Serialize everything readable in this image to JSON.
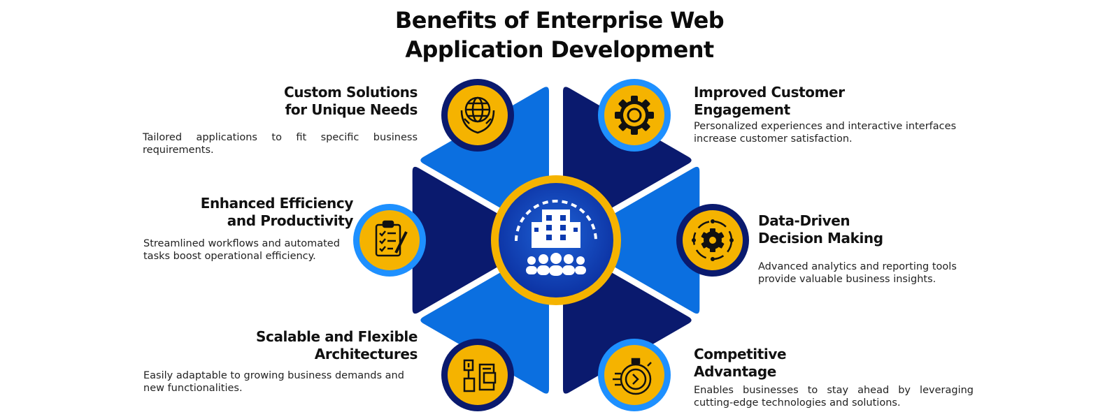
{
  "title": {
    "line1": "Benefits of Enterprise Web",
    "line2": "Application Development"
  },
  "colors": {
    "navy": "#0a1a6e",
    "blue": "#0b6fe0",
    "light_blue": "#1e90ff",
    "gold": "#f5b300",
    "white": "#ffffff"
  },
  "hub": {
    "center_icon": "enterprise-team-icon"
  },
  "benefits": [
    {
      "id": "custom-solutions",
      "icon": "globe-hands-icon",
      "heading_line1": "Custom Solutions",
      "heading_line2": "for Unique Needs",
      "description": "Tailored applications to fit specific business requirements."
    },
    {
      "id": "enhanced-efficiency",
      "icon": "clipboard-checklist-icon",
      "heading_line1": "Enhanced Efficiency",
      "heading_line2": "and Productivity",
      "description": "Streamlined workflows and automated tasks boost operational efficiency."
    },
    {
      "id": "scalable-architectures",
      "icon": "architecture-blocks-icon",
      "heading_line1": "Scalable and Flexible",
      "heading_line2": "Architectures",
      "description": "Easily adaptable to growing business demands and new functionalities."
    },
    {
      "id": "customer-engagement",
      "icon": "gear-icon",
      "heading_line1": "Improved Customer",
      "heading_line2": "Engagement",
      "description": "Personalized experiences and interactive interfaces increase customer satisfaction."
    },
    {
      "id": "data-driven",
      "icon": "cycle-gear-icon",
      "heading_line1": "Data-Driven",
      "heading_line2": "Decision Making",
      "description": "Advanced analytics and reporting tools provide valuable business insights."
    },
    {
      "id": "competitive-advantage",
      "icon": "stopwatch-icon",
      "heading_line1": "Competitive",
      "heading_line2": "Advantage",
      "description": "Enables businesses to stay ahead by leveraging cutting-edge technologies and solutions."
    }
  ]
}
